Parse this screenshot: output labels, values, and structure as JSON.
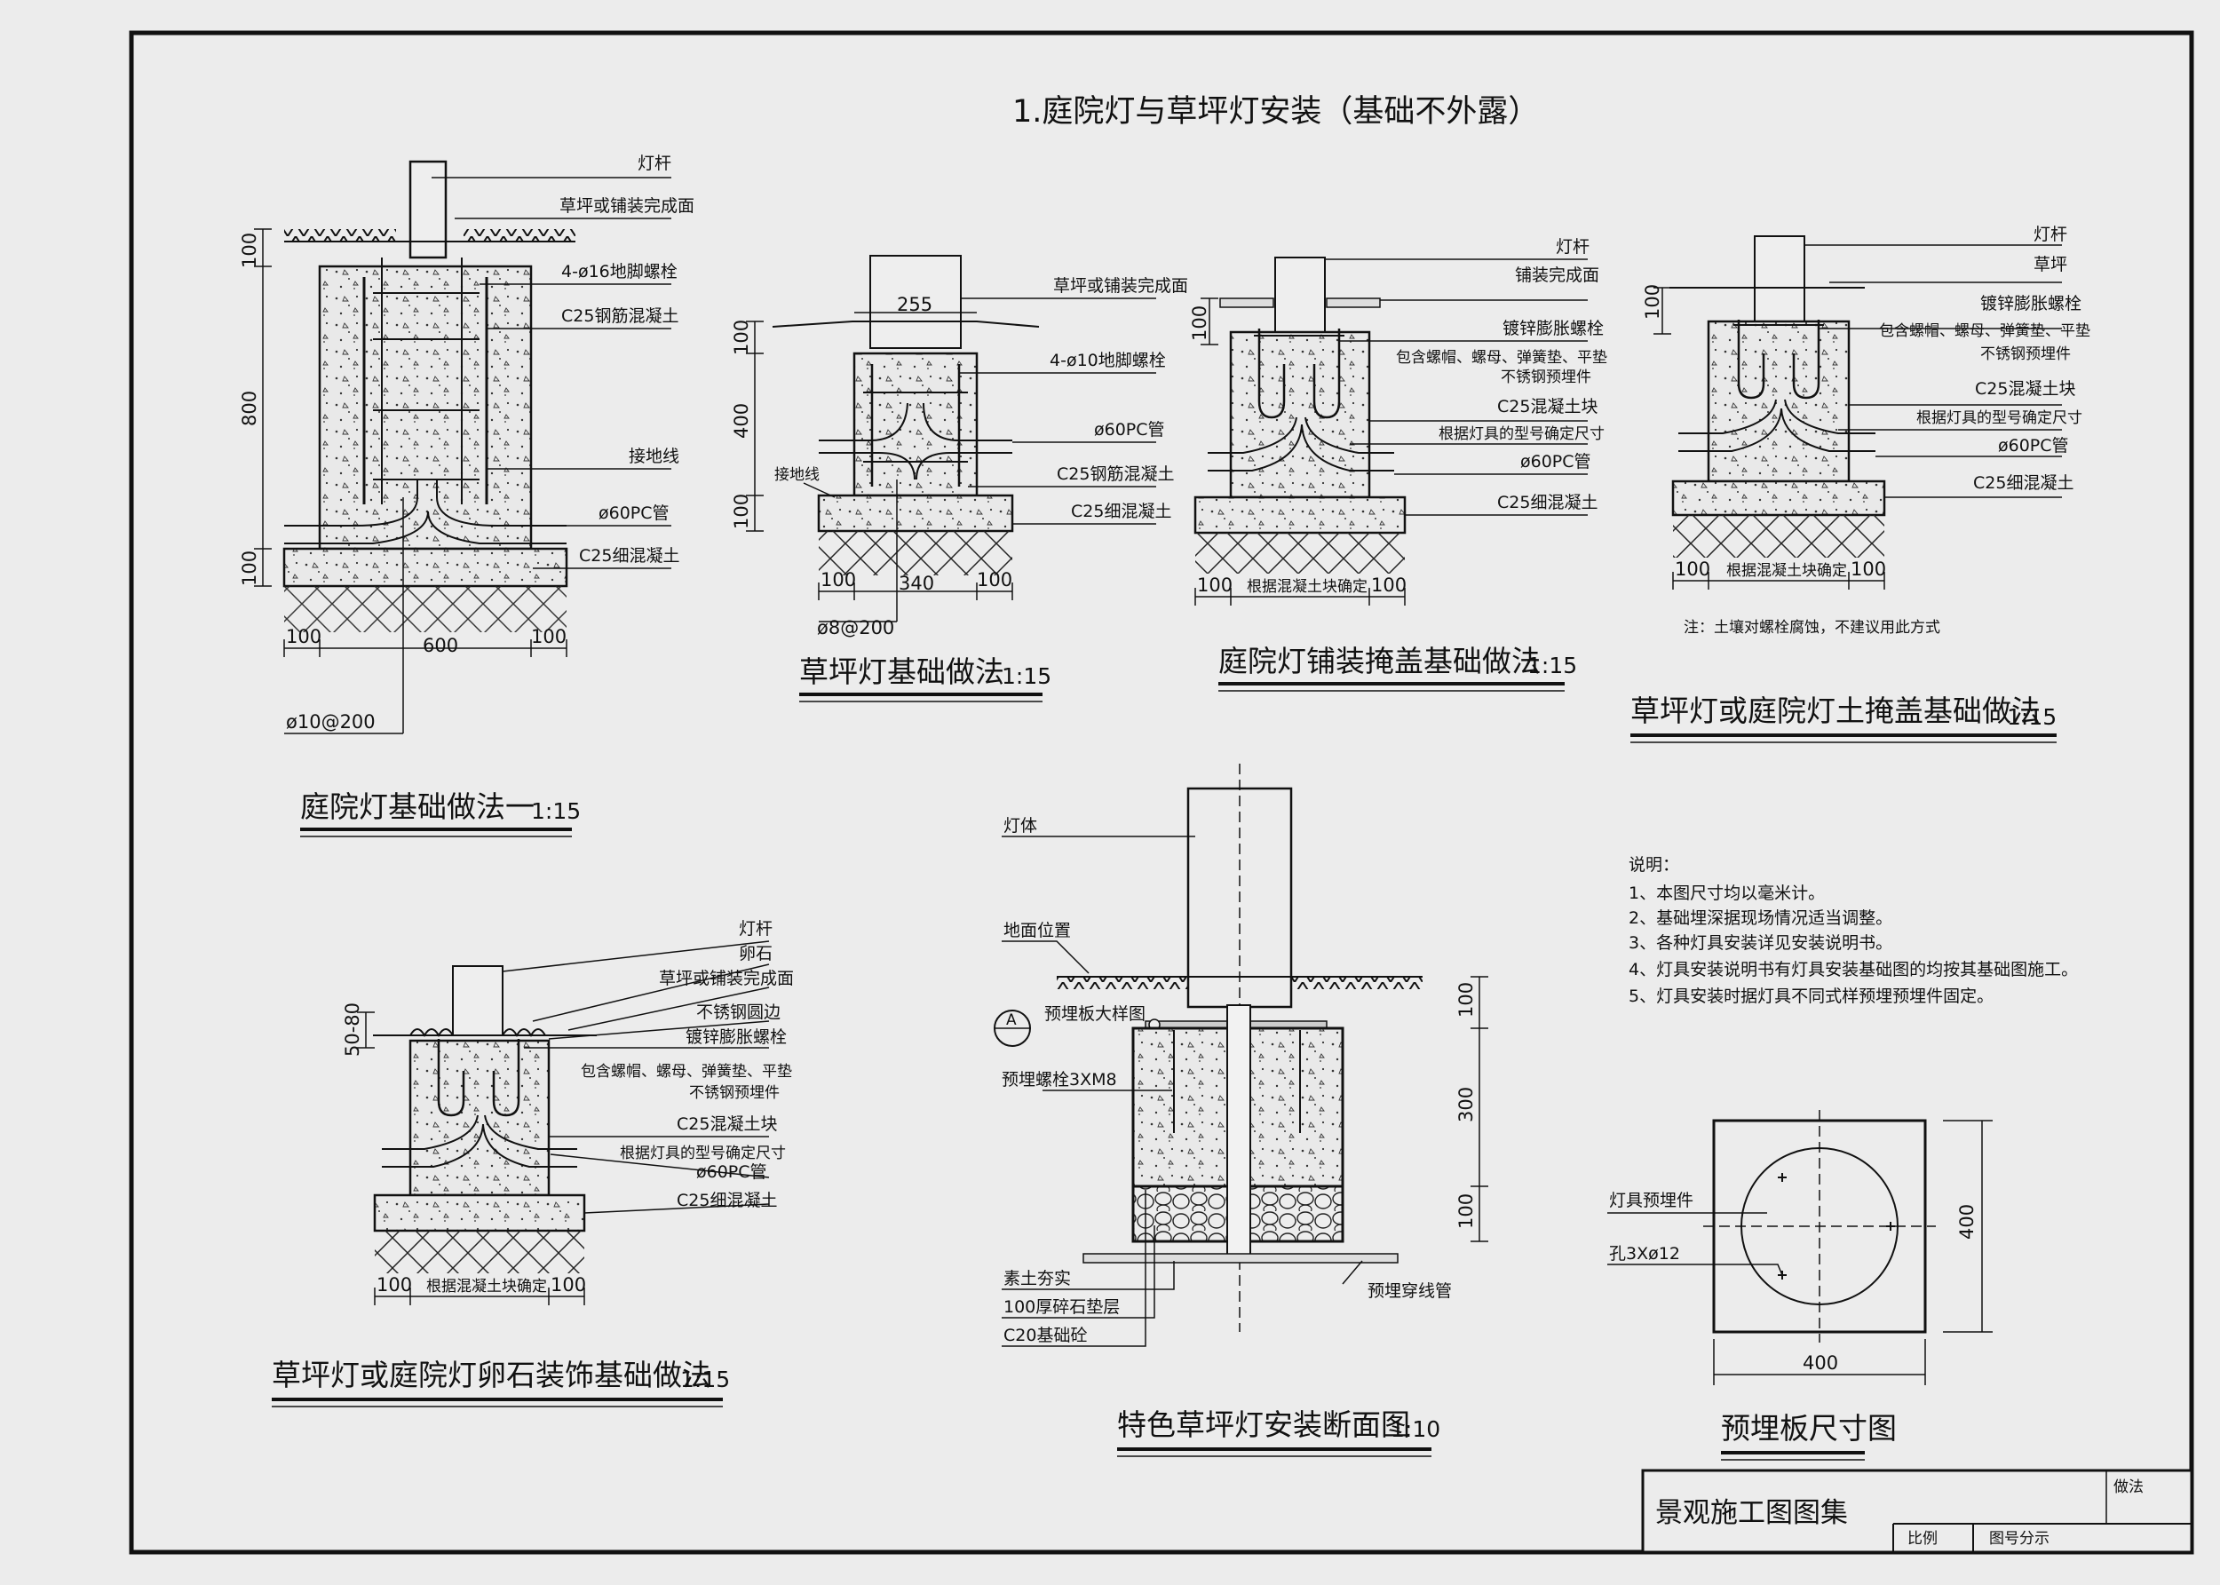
{
  "main_title": "1.庭院灯与草坪灯安装（基础不外露）",
  "details": {
    "d1": {
      "title": "庭院灯基础做法一",
      "scale": "1:15",
      "labels": [
        "灯杆",
        "草坪或铺装完成面",
        "4-ø16地脚螺栓",
        "C25钢筋混凝土",
        "接地线",
        "ø60PC管",
        "C25细混凝土"
      ],
      "dims": [
        "100",
        "800",
        "100",
        "100",
        "600",
        "100",
        "ø10@200"
      ]
    },
    "d2": {
      "title": "草坪灯基础做法",
      "scale": "1:15",
      "labels": [
        "草坪或铺装完成面",
        "4-ø10地脚螺栓",
        "ø60PC管",
        "C25钢筋混凝土",
        "C25细混凝土",
        "接地线"
      ],
      "dims": [
        "255",
        "100",
        "400",
        "100",
        "100",
        "340",
        "100",
        "ø8@200"
      ]
    },
    "d3": {
      "title": "庭院灯铺装掩盖基础做法",
      "scale": "1:15",
      "labels": [
        "灯杆",
        "铺装完成面",
        "镀锌膨胀螺栓",
        "包含螺帽、螺母、弹簧垫、平垫",
        "不锈钢预埋件",
        "C25混凝土块",
        "根据灯具的型号确定尺寸",
        "ø60PC管",
        "C25细混凝土"
      ],
      "dims": [
        "100",
        "100",
        "根据混凝土块确定",
        "100"
      ]
    },
    "d4": {
      "title": "草坪灯或庭院灯土掩盖基础做法",
      "scale": "1:15",
      "labels": [
        "灯杆",
        "草坪",
        "镀锌膨胀螺栓",
        "包含螺帽、螺母、弹簧垫、平垫",
        "不锈钢预埋件",
        "C25混凝土块",
        "根据灯具的型号确定尺寸",
        "ø60PC管",
        "C25细混凝土"
      ],
      "dims": [
        "100",
        "100",
        "根据混凝土块确定",
        "100"
      ],
      "note": "注：土壤对螺栓腐蚀，不建议用此方式"
    },
    "d5": {
      "title": "草坪灯或庭院灯卵石装饰基础做法",
      "scale": "1:15",
      "labels": [
        "灯杆",
        "卵石",
        "草坪或铺装完成面",
        "不锈钢圆边",
        "镀锌膨胀螺栓",
        "包含螺帽、螺母、弹簧垫、平垫",
        "不锈钢预埋件",
        "C25混凝土块",
        "根据灯具的型号确定尺寸",
        "ø60PC管",
        "C25细混凝土"
      ],
      "dims": [
        "50-80",
        "100",
        "根据混凝土块确定",
        "100"
      ]
    },
    "d6": {
      "title": "特色草坪灯安装断面图",
      "scale": "1:10",
      "labels": [
        "灯体",
        "地面位置",
        "预埋板大样图",
        "预埋螺栓3XM8",
        "素土夯实",
        "100厚碎石垫层",
        "C20基础砼",
        "预埋穿线管"
      ],
      "callout": "A",
      "dims": [
        "100",
        "300",
        "100"
      ]
    },
    "d7": {
      "title": "预埋板尺寸图",
      "labels": [
        "灯具预埋件",
        "孔3Xø12"
      ],
      "dims": [
        "400",
        "400"
      ]
    }
  },
  "notes": {
    "heading": "说明：",
    "items": [
      "1、本图尺寸均以毫米计。",
      "2、基础埋深据现场情况适当调整。",
      "3、各种灯具安装详见安装说明书。",
      "4、灯具安装说明书有灯具安装基础图的均按其基础图施工。",
      "5、灯具安装时据灯具不同式样预埋预埋件固定。"
    ]
  },
  "title_block": {
    "project": "景观施工图图集",
    "field_scale": "比例",
    "field_sheet": "图号分示",
    "field_name": "做法"
  }
}
